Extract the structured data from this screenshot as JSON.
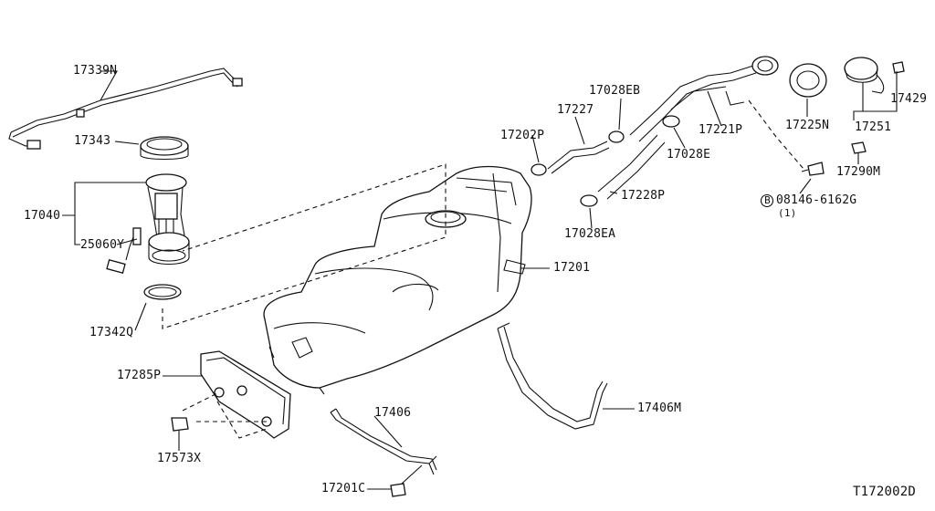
{
  "diagram": {
    "code": "T172002D",
    "parts": {
      "p17339N": "17339N",
      "p17343": "17343",
      "p17040": "17040",
      "p25060Y": "25060Y",
      "p17342Q": "17342Q",
      "p17285P": "17285P",
      "p17573X": "17573X",
      "p17406": "17406",
      "p17201C": "17201C",
      "p17406M": "17406M",
      "p17201": "17201",
      "p17202P": "17202P",
      "p17227": "17227",
      "p17028EB": "17028EB",
      "p17028E": "17028E",
      "p17221P": "17221P",
      "p17228P": "17228P",
      "p17028EA": "17028EA",
      "p17225N": "17225N",
      "p17251": "17251",
      "p17429": "17429",
      "p17290M": "17290M",
      "p08146": "08146-6162G",
      "p08146_qty": "(1)",
      "p08146_prefix": "B"
    }
  }
}
